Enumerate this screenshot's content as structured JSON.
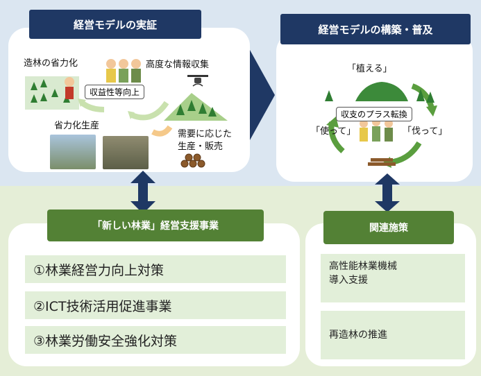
{
  "left_panel": {
    "title": "経営モデルの実証",
    "labels": {
      "afforestation": "造林の省力化",
      "info": "高度な情報収集",
      "profit": "収益性等向上",
      "production": "省力化生産",
      "demand": "需要に応じた",
      "demand2": "生産・販売"
    }
  },
  "right_panel": {
    "title": "経営モデルの構築・普及",
    "plant": "「植える」",
    "use": "「使って」",
    "cut": "「伐って」",
    "balance": "収支のプラス転換"
  },
  "support_header": "「新しい林業」経営支援事業",
  "measures": [
    "①林業経営力向上対策",
    "②ICT技術活用促進事業",
    "③林業労働安全強化対策"
  ],
  "related_header": "関連施策",
  "related": [
    "高性能林業機械\n導入支援",
    "再造林の推進"
  ],
  "colors": {
    "navy": "#1f3864",
    "green_header": "#538135",
    "light_green": "#e2efd9",
    "top_band": "#dbe6f1",
    "bottom_band": "#e5eed7"
  }
}
